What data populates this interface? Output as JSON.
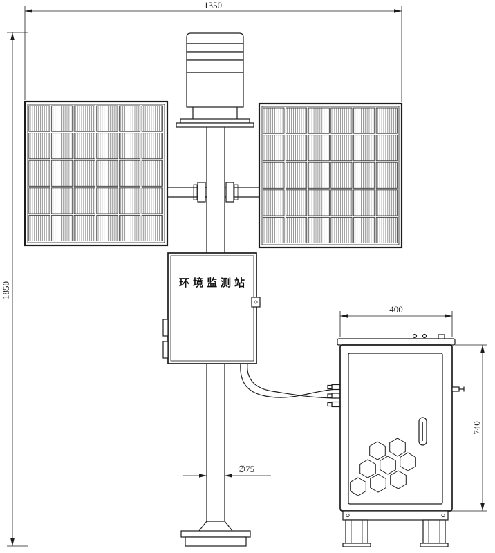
{
  "page": {
    "background": "#ffffff",
    "line_color": "#1c1c1c"
  },
  "station": {
    "label": "环境监测站"
  },
  "dimensions": {
    "overall_width": "1350",
    "overall_height": "1850",
    "cabinet_width": "400",
    "cabinet_height": "740",
    "pole_diameter": "∅75"
  }
}
